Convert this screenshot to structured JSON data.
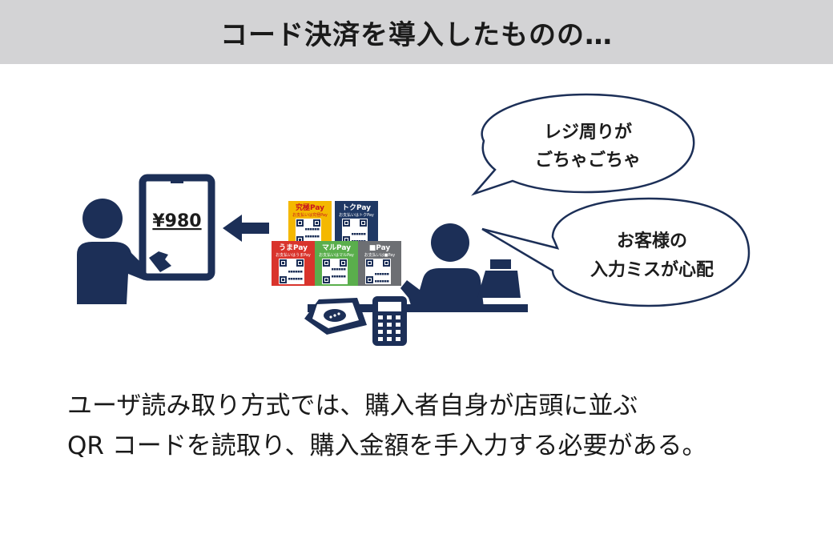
{
  "header": {
    "title": "コード決済を導入したものの…"
  },
  "phone": {
    "amount": "¥980"
  },
  "qr_stands": [
    {
      "label": "究極Pay",
      "sub": "お支払いは究極Pay",
      "color": "#f4b800",
      "text_color": "#c8141e"
    },
    {
      "label": "トクPay",
      "sub": "お支払いはトクPay",
      "color": "#1f3864",
      "text_color": "#ffffff"
    },
    {
      "label": "うまPay",
      "sub": "お支払いはうまPay",
      "color": "#d9342c",
      "text_color": "#ffffff"
    },
    {
      "label": "マルPay",
      "sub": "お支払いはマルPay",
      "color": "#5aae4c",
      "text_color": "#ffffff"
    },
    {
      "label": "■Pay",
      "sub": "お支払いは■Pay",
      "color": "#6d6f73",
      "text_color": "#ffffff"
    }
  ],
  "bubbles": {
    "top": [
      "レジ周りが",
      "ごちゃごちゃ"
    ],
    "bottom": [
      "お客様の",
      "入力ミスが心配"
    ]
  },
  "caption": {
    "line1": "ユーザ読み取り方式では、購入者自身が店頭に並ぶ",
    "line2": "QR コードを読取り、購入金額を手入力する必要がある。"
  },
  "colors": {
    "navy": "#1c2f57",
    "header_bg": "#d3d3d5"
  }
}
